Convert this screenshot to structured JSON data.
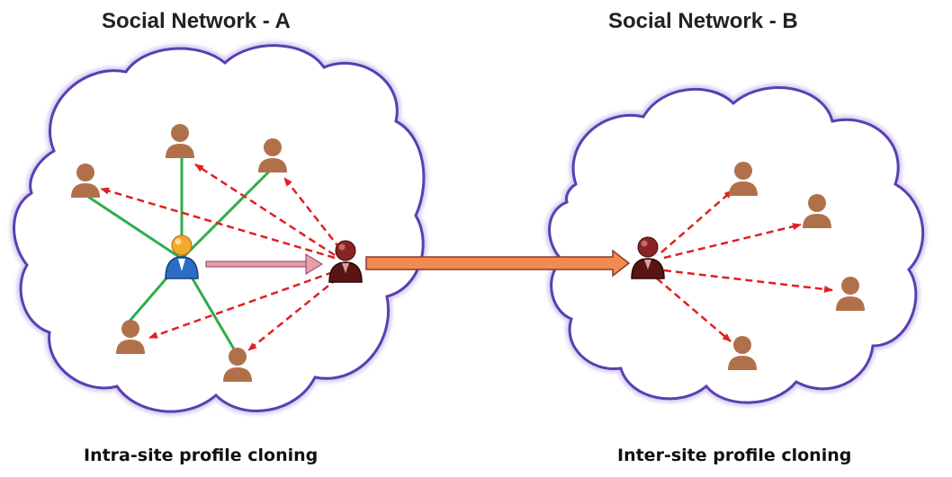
{
  "networks": [
    {
      "title": "Social Network - A",
      "caption": "Intra-site profile cloning"
    },
    {
      "title": "Social Network - B",
      "caption": "Inter-site profile cloning"
    }
  ],
  "icons": {
    "user": "person-icon",
    "original_profile": "blue-user-icon",
    "cloned_profile": "red-user-icon"
  },
  "colors": {
    "cloud_border": "#5a3fb0",
    "cloud_glow": "#d6ccf2",
    "friend": "#b0714a",
    "friendship_link": "#2fae4a",
    "clone_request": "#e02020",
    "clone_arrow": "#f28a52",
    "clone_arrow_border": "#8a3a2a",
    "original_body": "#2d6cc6",
    "original_head": "#f2a92c",
    "clone": "#7a1f1f"
  }
}
